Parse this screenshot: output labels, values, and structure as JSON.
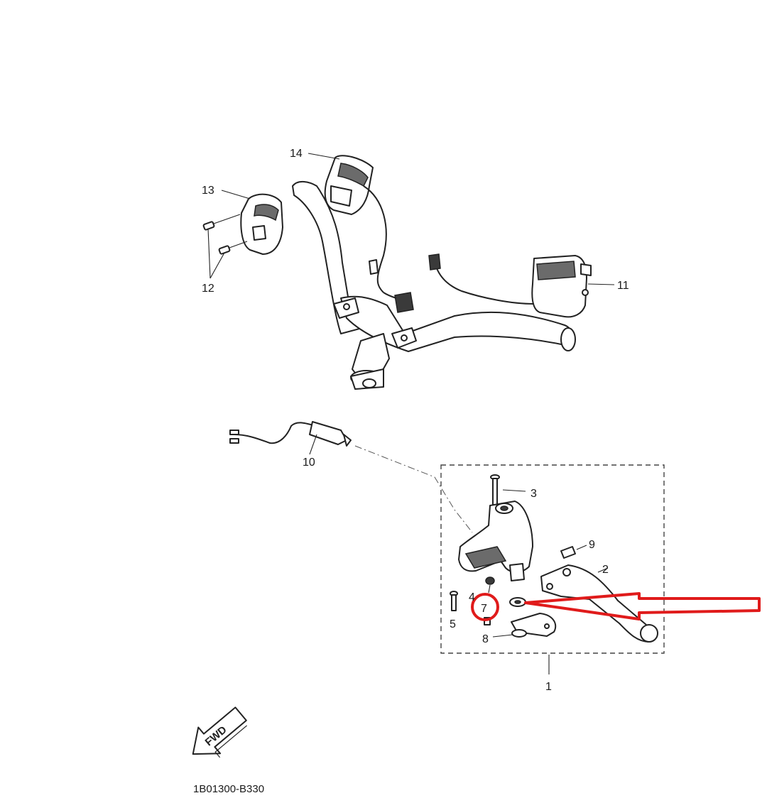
{
  "labels": {
    "l1": "1",
    "l2": "2",
    "l3": "3",
    "l4": "4",
    "l5": "5",
    "l7": "7",
    "l8": "8",
    "l9": "9",
    "l10": "10",
    "l11": "11",
    "l12": "12",
    "l13": "13",
    "l14": "14"
  },
  "fwd_arrow": "FWD",
  "diagram_code": "1B01300-B330",
  "colors": {
    "highlight": "#e01b1b",
    "line": "#222222",
    "shade": "#6b6b6b"
  }
}
